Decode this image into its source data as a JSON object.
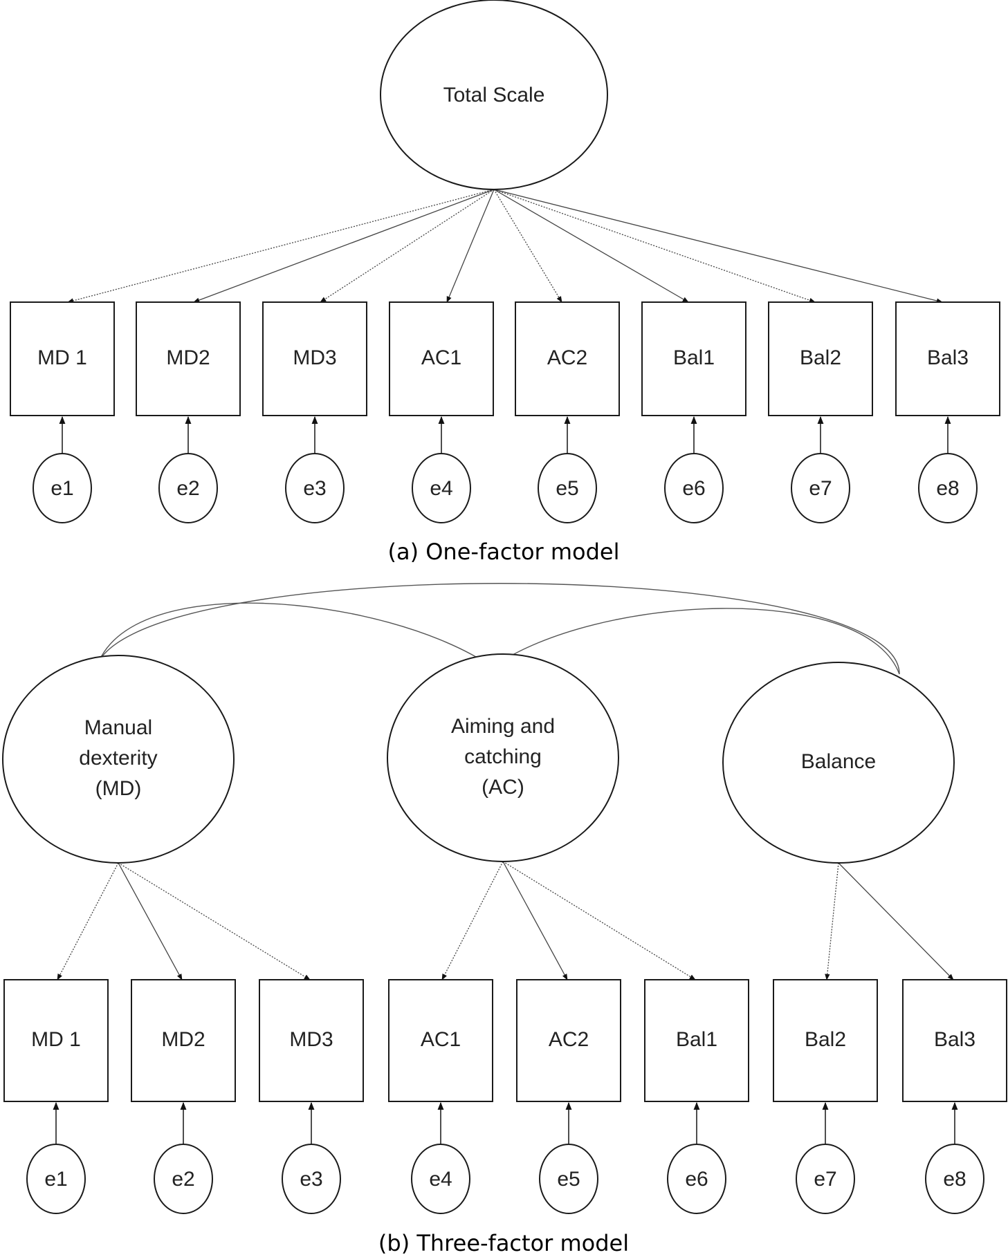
{
  "one_factor": {
    "factor": "Total Scale",
    "indicators": [
      "MD 1",
      "MD2",
      "MD3",
      "AC1",
      "AC2",
      "Bal1",
      "Bal2",
      "Bal3"
    ],
    "errors": [
      "e1",
      "e2",
      "e3",
      "e4",
      "e5",
      "e6",
      "e7",
      "e8"
    ],
    "caption": "(a) One-factor model"
  },
  "three_factor": {
    "factors": [
      {
        "lines": [
          "Manual",
          "dexterity",
          "(MD)"
        ],
        "indicators": [
          0,
          1,
          2
        ]
      },
      {
        "lines": [
          "Aiming and",
          "catching",
          "(AC)"
        ],
        "indicators": [
          3,
          4,
          5
        ]
      },
      {
        "lines": [
          "Balance"
        ],
        "indicators": [
          6,
          7
        ]
      }
    ],
    "indicators": [
      "MD 1",
      "MD2",
      "MD3",
      "AC1",
      "AC2",
      "Bal1",
      "Bal2",
      "Bal3"
    ],
    "errors": [
      "e1",
      "e2",
      "e3",
      "e4",
      "e5",
      "e6",
      "e7",
      "e8"
    ],
    "caption": "(b) Three-factor model"
  }
}
